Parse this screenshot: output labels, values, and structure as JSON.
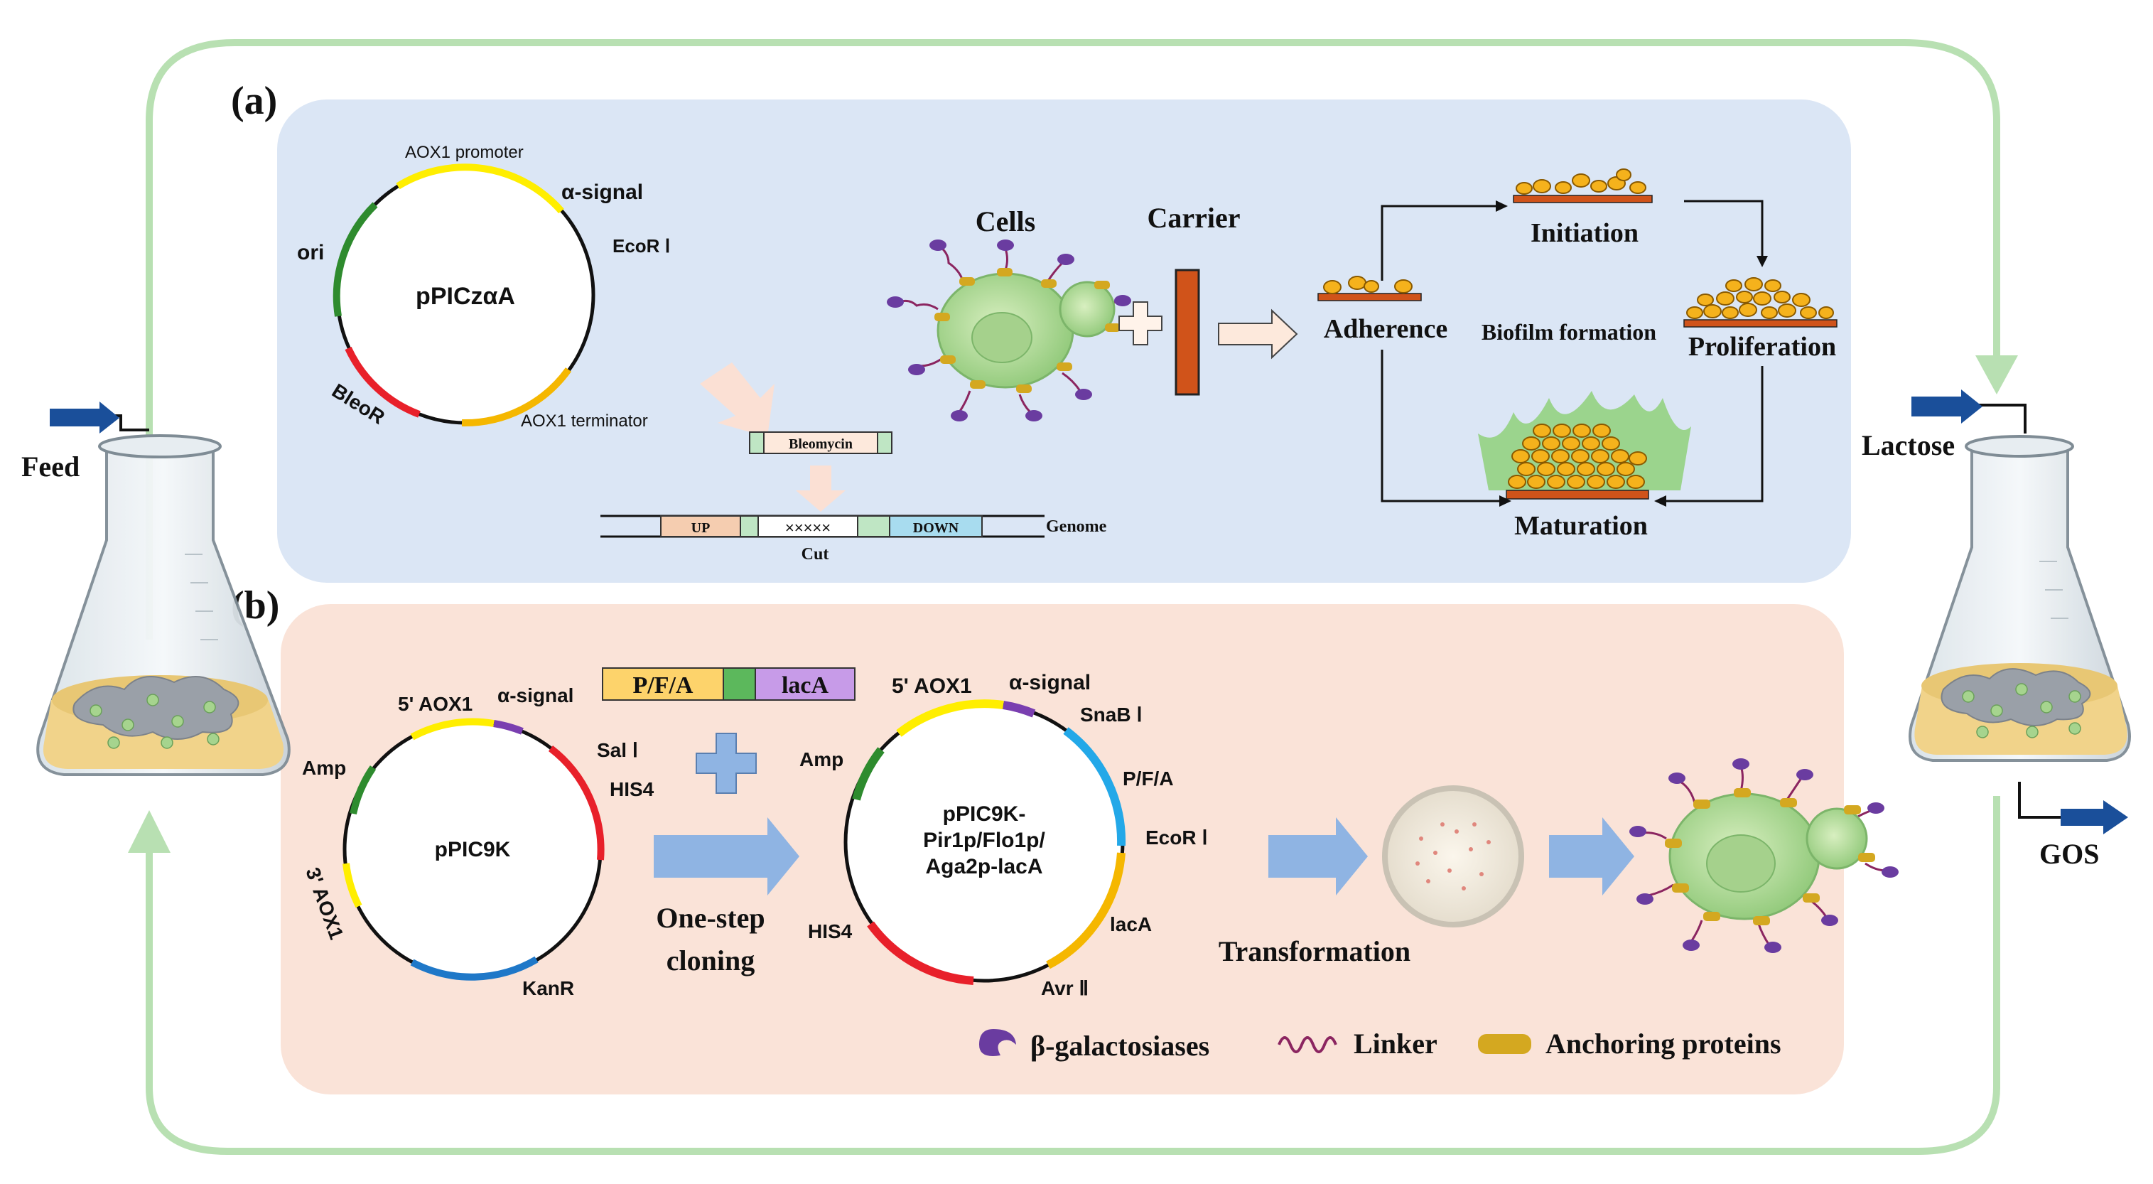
{
  "panel_a": {
    "label": "(a)",
    "plasmid": {
      "name": "pPICzαA",
      "labels": {
        "promoter": "AOX1 promoter",
        "signal": "α-signal",
        "ecor": "EcoR Ⅰ",
        "ori": "ori",
        "bleo": "BleoR",
        "terminator": "AOX1 terminator"
      }
    },
    "cassette": {
      "marker": "Bleomycin",
      "up": "UP",
      "x": "×××××",
      "down": "DOWN",
      "genome": "Genome",
      "cut": "Cut"
    },
    "cells_label": "Cells",
    "carrier_label": "Carrier",
    "biofilm": {
      "adherence": "Adherence",
      "initiation": "Initiation",
      "proliferation": "Proliferation",
      "maturation": "Maturation",
      "center": "Biofilm formation"
    }
  },
  "panel_b": {
    "label": "(b)",
    "plasmid1": {
      "name": "pPIC9K",
      "labels": {
        "aox5": "5' AOX1",
        "signal": "α-signal",
        "sal": "Sal Ⅰ",
        "his4": "HIS4",
        "amp": "Amp",
        "aox3": "3' AOX1",
        "kanr": "KanR"
      }
    },
    "insert": {
      "pfa": "P/F/A",
      "laca": "lacA"
    },
    "step1": "One-step",
    "step2": "cloning",
    "plasmid2": {
      "name_line1": "pPIC9K-",
      "name_line2": "Pir1p/Flo1p/",
      "name_line3": "Aga2p-lacA",
      "labels": {
        "aox5": "5' AOX1",
        "signal": "α-signal",
        "snab": "SnaB Ⅰ",
        "pfa": "P/F/A",
        "ecor": "EcoR Ⅰ",
        "laca": "lacA",
        "avr": "Avr Ⅱ",
        "his4": "HIS4",
        "amp": "Amp"
      }
    },
    "transformation": "Transformation",
    "legend": {
      "galactosidase": "β-galactosiases",
      "linker": "Linker",
      "anchoring": "Anchoring proteins"
    }
  },
  "reactor": {
    "feed": "Feed",
    "lactose": "Lactose",
    "gos": "GOS"
  },
  "colors": {
    "panel_a_bg": "#dbe6f5",
    "panel_b_bg": "#fae3d8",
    "loop": "#b8e0b2",
    "yellow": "#ffee00",
    "green": "#2e8b2e",
    "red": "#e8202a",
    "orange": "#f5b700",
    "blue": "#1f78c8",
    "cyan": "#23a8e8",
    "purple": "#7a3fb0",
    "carrier": "#d0531a",
    "arrow_blue": "#8fb4e3",
    "navy": "#1a4f9a"
  }
}
